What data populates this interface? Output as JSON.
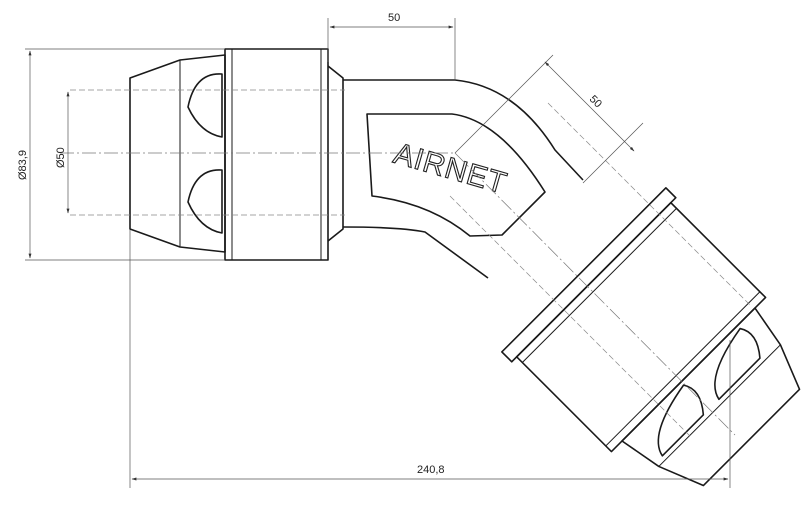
{
  "drawing": {
    "brand_mark": "AIRNET",
    "dimensions": {
      "top_width": "50",
      "diagonal_width": "50",
      "outer_diameter": "Ø83,9",
      "bore_diameter": "Ø50",
      "overall_length": "240,8"
    }
  }
}
